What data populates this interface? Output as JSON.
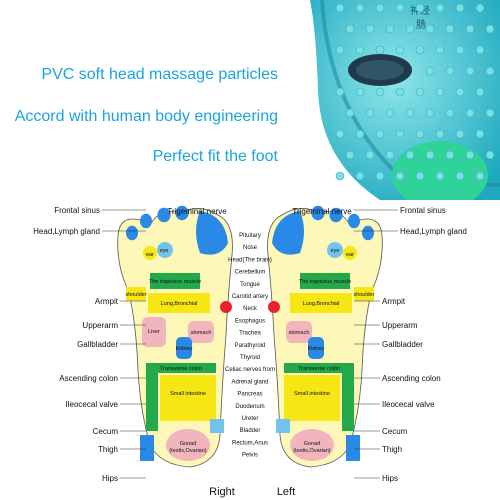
{
  "banner": {
    "slogans": [
      "PVC soft head massage particles",
      "Accord with human body engineering",
      "Perfect fit the foot"
    ]
  },
  "product_photo": {
    "insole_marks": [
      "神经",
      "肠"
    ],
    "colors": {
      "mat": "#39c7d6",
      "nub": "#7adfe0",
      "dark_insert": "#1f3a4a",
      "green_pad": "#2fd39a"
    }
  },
  "reflexology_chart": {
    "outer_labels_left": [
      "Frontal sinus",
      "Head,Lymph gland",
      "Armpit",
      "Upperarm",
      "Gallbladder",
      "Ascending colon",
      "Ileocecal valve",
      "Cecum",
      "Thigh",
      "Hips"
    ],
    "outer_labels_right": [
      "Frontal sinus",
      "Head,Lymph gland",
      "Armpit",
      "Upperarm",
      "Gallbladder",
      "Ascending colon",
      "Ileocecal valve",
      "Cecum",
      "Thigh",
      "Hips"
    ],
    "top_labels": [
      "Trigeminal nerve",
      "Trigeminal nerve"
    ],
    "center_labels": [
      "Pituitary",
      "Nose",
      "Head(The brain)",
      "Cerebellum",
      "Tongue",
      "Carotid artery",
      "Neck",
      "Esophagus",
      "Trachea",
      "Parathyroid",
      "Thyroid",
      "Celiac nerves from",
      "Adrenal gland",
      "Pancreas",
      "Duodenum",
      "Ureter",
      "Bladder",
      "Rectum,Anus",
      "Pelvis"
    ],
    "zone_labels_left_foot": [
      "eye",
      "ear",
      "The trapezius muscle",
      "shoulder",
      "Lung,Bronchial",
      "Liver",
      "stomach",
      "Kidney",
      "Transverse colon",
      "Small intestine",
      "Gonad",
      "(testis,Ovarian)"
    ],
    "zone_labels_right_foot": [
      "eye",
      "ear",
      "The trapezius muscle",
      "shoulder",
      "Lung,Bronchial",
      "stomach",
      "Kidney",
      "Transverse colon",
      "Small intestine",
      "Gonad",
      "(testis,Ovarian)"
    ],
    "foot_labels": {
      "right": "Right",
      "left": "Left"
    },
    "colors": {
      "yellow": "#f6e614",
      "green": "#23a84a",
      "blue": "#2a88e6",
      "lightblue": "#73c2ee",
      "pink": "#f2b5be",
      "red": "#e8232e",
      "purple": "#a06ec8",
      "cream": "#fdf7b8"
    }
  }
}
